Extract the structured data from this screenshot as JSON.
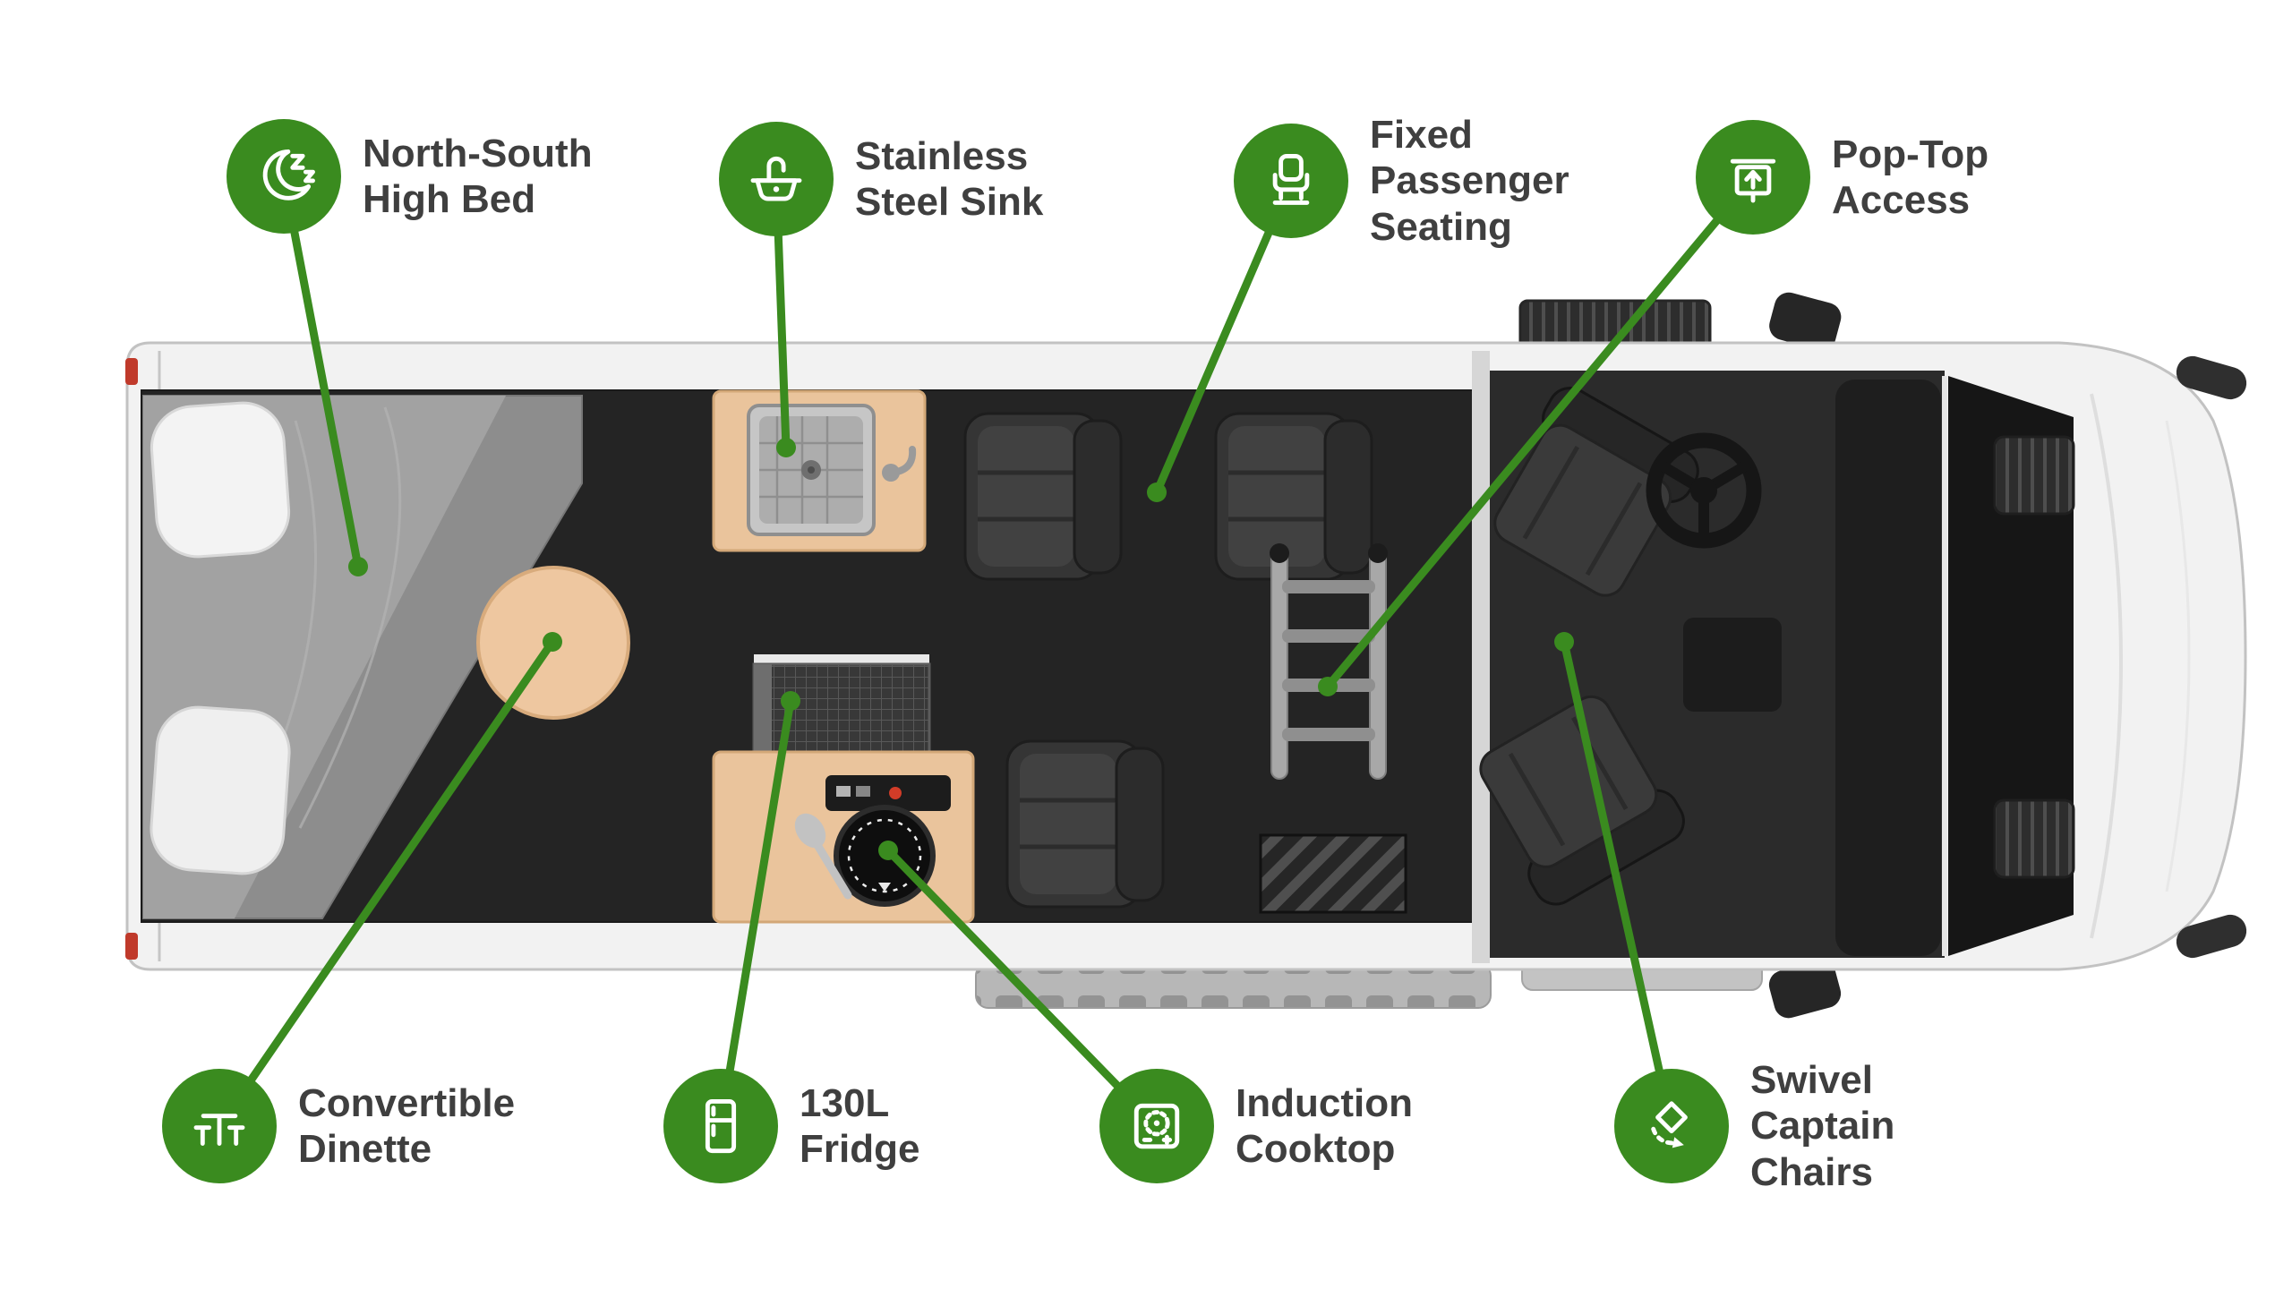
{
  "colors": {
    "accent_green": "#3a8b1f",
    "label_text": "#3f3f3f",
    "background": "#ffffff"
  },
  "callouts": [
    {
      "icon": "moon-sleep-icon",
      "label": "North-South\nHigh Bed"
    },
    {
      "icon": "sink-icon",
      "label": "Stainless\nSteel Sink"
    },
    {
      "icon": "passenger-seat-icon",
      "label": "Fixed\nPassenger\nSeating"
    },
    {
      "icon": "pop-top-arrow-icon",
      "label": "Pop-Top\nAccess"
    },
    {
      "icon": "dinette-table-icon",
      "label": "Convertible\nDinette"
    },
    {
      "icon": "fridge-icon",
      "label": "130L\nFridge"
    },
    {
      "icon": "induction-cooktop-icon",
      "label": "Induction\nCooktop"
    },
    {
      "icon": "swivel-chair-icon",
      "label": "Swivel\nCaptain\nChairs"
    }
  ]
}
